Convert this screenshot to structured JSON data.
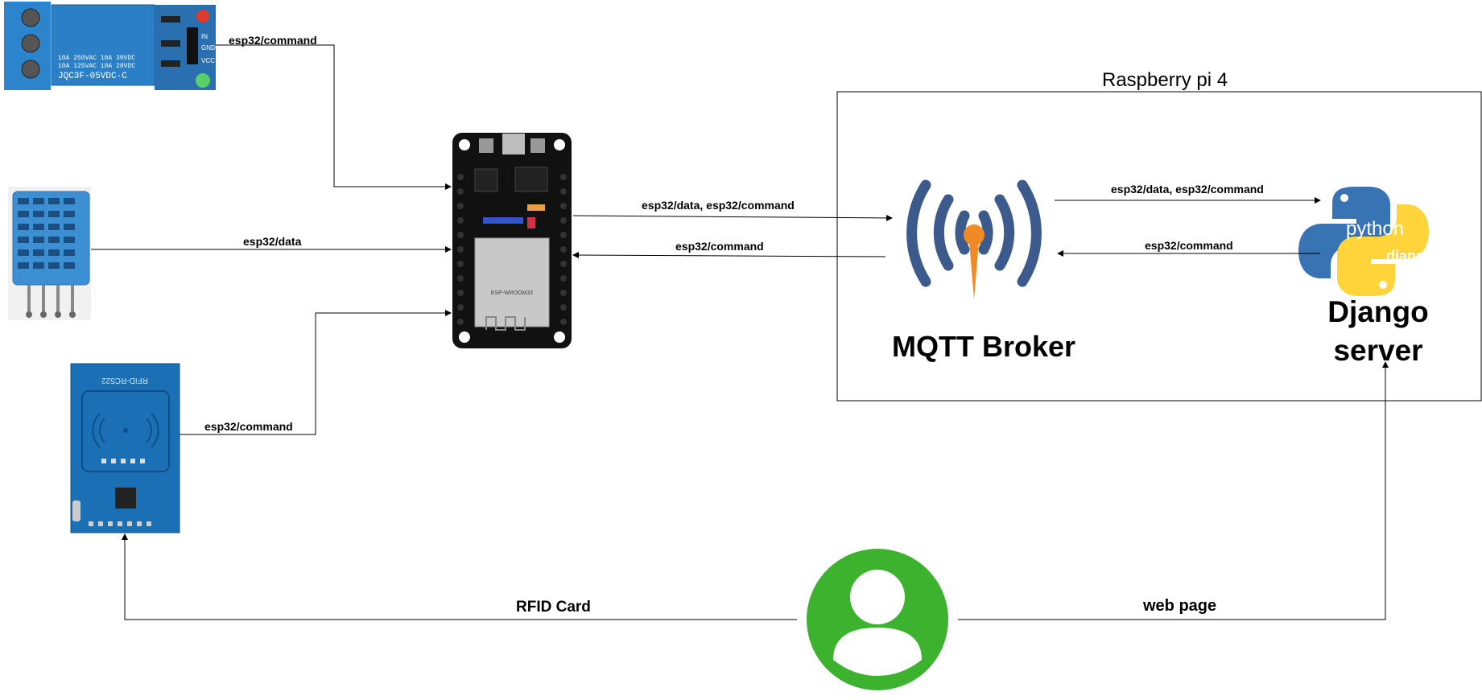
{
  "group": {
    "title": "Raspberry pi 4"
  },
  "nodes": {
    "relay": {
      "text_lines": [
        "10A 250VAC 10A 30VDC",
        "10A 125VAC 10A 28VDC",
        "JQC3F-05VDC-C"
      ],
      "pins": [
        "IN",
        "GND",
        "VCC"
      ]
    },
    "rfid": {
      "text": "RFID-RC522"
    },
    "esp32": {
      "text": "ESP-WROOM32"
    },
    "mqtt": {
      "label": "MQTT Broker"
    },
    "django": {
      "label_line1": "Django",
      "label_line2": "server",
      "logo_python": "python",
      "logo_django": "django"
    }
  },
  "edges": {
    "relay_to_esp": "esp32/command",
    "dht_to_esp": "esp32/data",
    "rfid_to_esp": "esp32/command",
    "esp_to_mqtt": "esp32/data, esp32/command",
    "mqtt_to_esp": "esp32/command",
    "mqtt_to_django": "esp32/data, esp32/command",
    "django_to_mqtt": "esp32/command",
    "user_to_rfid": "RFID Card",
    "user_to_django": "web page"
  },
  "colors": {
    "relay_blue": "#2a7fc6",
    "dht_blue": "#3d8fd4",
    "rfid_blue": "#1a6fb5",
    "esp_black": "#111111",
    "mqtt_blue": "#3c5a8c",
    "mqtt_orange": "#f08a24",
    "python_blue": "#3873b3",
    "python_yellow": "#ffd43b",
    "user_green": "#3cb22f"
  }
}
